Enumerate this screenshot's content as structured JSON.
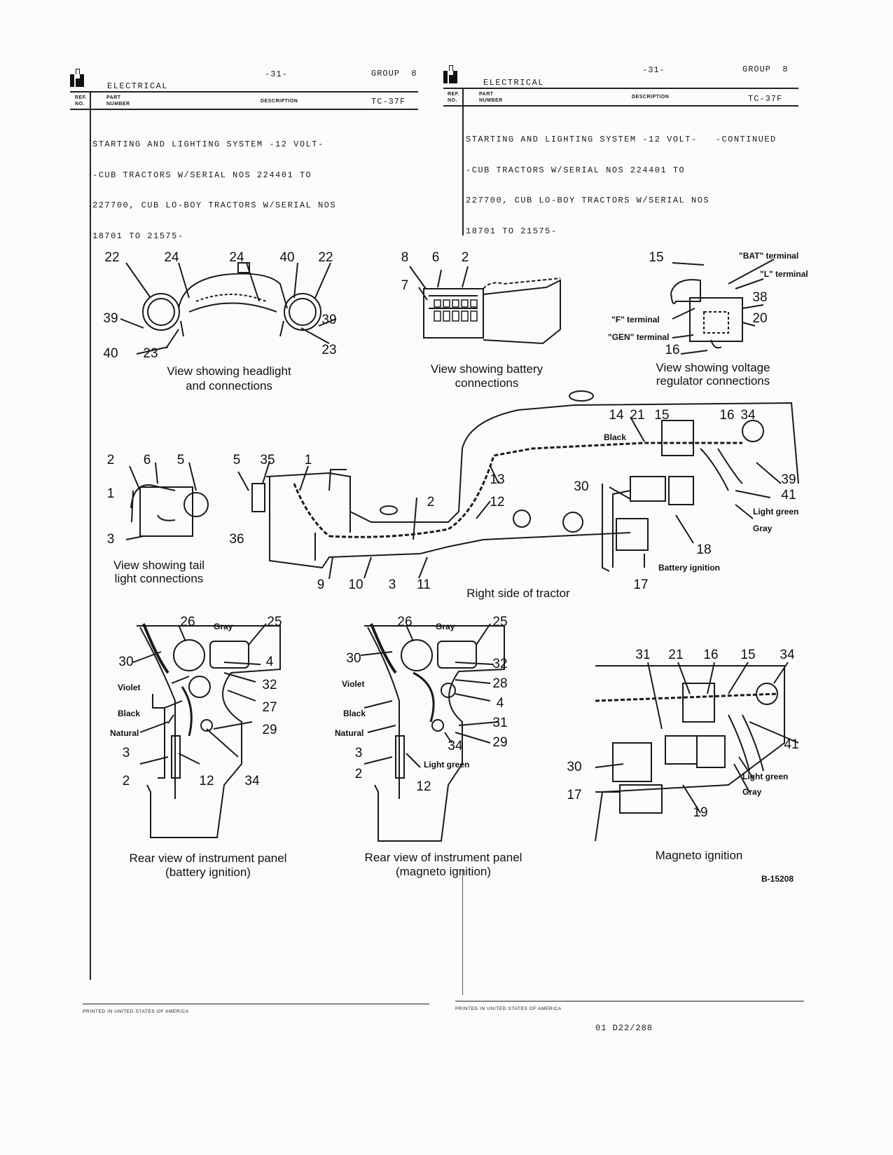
{
  "left_header": {
    "section": "ELECTRICAL",
    "page_number": "-31-",
    "group": "GROUP  8",
    "col_ref": [
      "REF.",
      "NO."
    ],
    "col_part": [
      "PART",
      "NUMBER"
    ],
    "col_desc": "DESCRIPTION",
    "code": "TC-37F",
    "description_lines": [
      "STARTING AND LIGHTING SYSTEM -12 VOLT-",
      "-CUB TRACTORS W/SERIAL NOS 224401 TO",
      "227700, CUB LO-BOY TRACTORS W/SERIAL NOS",
      "18701 TO 21575-"
    ],
    "footer": "PRINTED IN UNITED STATES OF AMERICA"
  },
  "right_header": {
    "section": "ELECTRICAL",
    "page_number": "-31-",
    "group": "GROUP  8",
    "col_ref": [
      "REF.",
      "NO."
    ],
    "col_part": [
      "PART",
      "NUMBER"
    ],
    "col_desc": "DESCRIPTION",
    "code": "TC-37F",
    "description_lines": [
      "STARTING AND LIGHTING SYSTEM -12 VOLT-   -CONTINUED",
      "-CUB TRACTORS W/SERIAL NOS 224401 TO",
      "227700, CUB LO-BOY TRACTORS W/SERIAL NOS",
      "18701 TO 21575-"
    ],
    "footer": "PRINTED IN UNITED STATES OF AMERICA",
    "reference": "01 D22/288"
  },
  "diagram": {
    "headlight": {
      "caption": [
        "View showing headlight",
        "and connections"
      ],
      "numbers": [
        "22",
        "24",
        "24",
        "40",
        "22",
        "39",
        "39",
        "40",
        "23",
        "23"
      ]
    },
    "battery": {
      "caption": [
        "View showing battery",
        "connections"
      ],
      "numbers": [
        "8",
        "6",
        "2",
        "7"
      ]
    },
    "regulator": {
      "caption": [
        "View showing voltage",
        "regulator connections"
      ],
      "numbers": [
        "15",
        "38",
        "20",
        "16"
      ],
      "labels": [
        "\"BAT\" terminal",
        "\"L\" terminal",
        "\"F\" terminal",
        "\"GEN\" terminal"
      ]
    },
    "tail_light": {
      "caption": [
        "View showing tail",
        "light connections"
      ],
      "numbers": [
        "2",
        "6",
        "5",
        "1",
        "3"
      ]
    },
    "right_side": {
      "caption": "Right side of tractor",
      "numbers": [
        "5",
        "35",
        "1",
        "36",
        "2",
        "13",
        "12",
        "9",
        "10",
        "3",
        "11",
        "14",
        "21",
        "15",
        "16",
        "34",
        "30",
        "39",
        "41",
        "18",
        "17"
      ],
      "labels": [
        "Black",
        "Light green",
        "Gray",
        "Battery ignition"
      ]
    },
    "panel_battery": {
      "caption": [
        "Rear view of instrument panel",
        "(battery ignition)"
      ],
      "numbers": [
        "26",
        "25",
        "30",
        "4",
        "32",
        "27",
        "29",
        "3",
        "2",
        "12",
        "34"
      ],
      "labels": [
        "Gray",
        "Violet",
        "Black",
        "Natural"
      ]
    },
    "panel_magneto": {
      "caption": [
        "Rear view of instrument panel",
        "(magneto ignition)"
      ],
      "numbers": [
        "26",
        "25",
        "30",
        "32",
        "28",
        "4",
        "31",
        "29",
        "34",
        "3",
        "2",
        "12"
      ],
      "labels": [
        "Gray",
        "Violet",
        "Black",
        "Natural",
        "Light green"
      ]
    },
    "magneto": {
      "caption": "Magneto ignition",
      "numbers": [
        "31",
        "21",
        "16",
        "15",
        "34",
        "41",
        "30",
        "17",
        "19"
      ],
      "labels": [
        "Light green",
        "Gray"
      ],
      "drawing_code": "B-15208"
    }
  }
}
